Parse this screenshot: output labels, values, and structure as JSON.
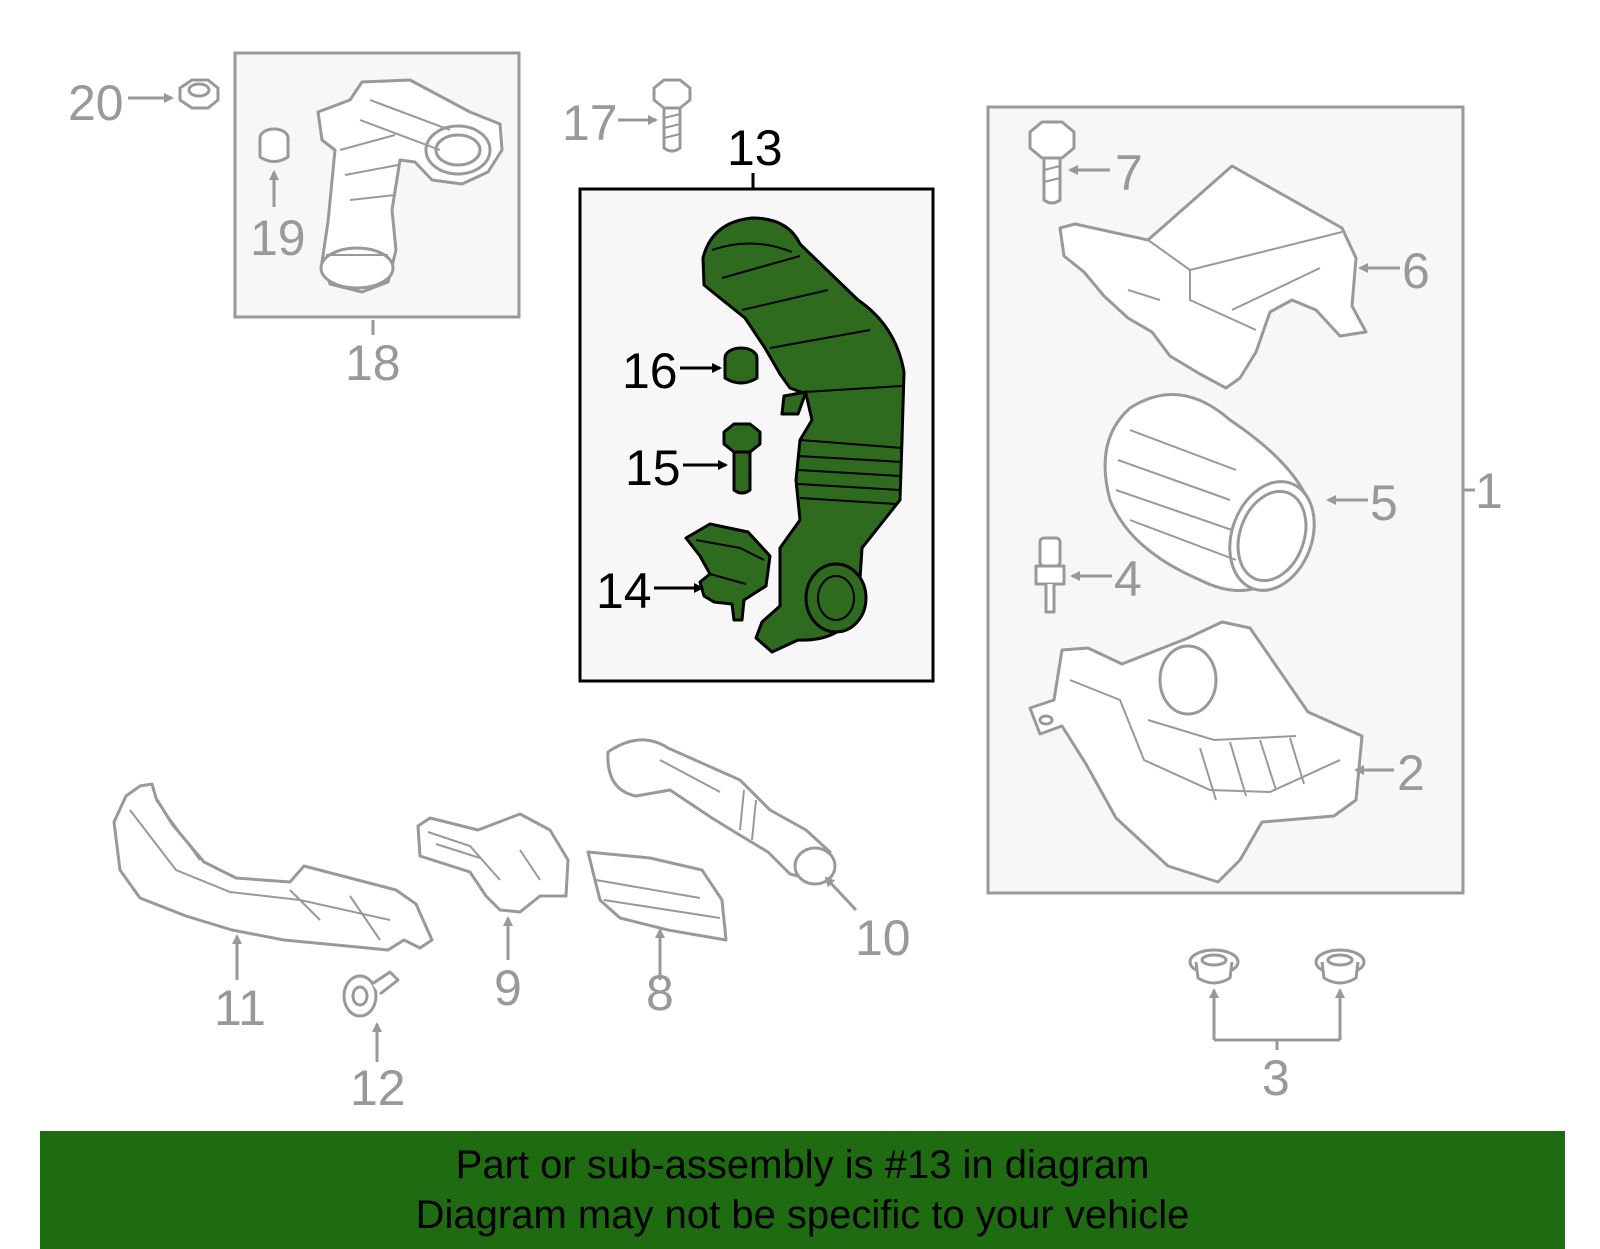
{
  "colors": {
    "highlight_part": "#2f6b1f",
    "banner_background": "#1e6b12",
    "box_background": "#f7f7f7",
    "line_gray": "#999999"
  },
  "callouts": {
    "n1": "1",
    "n2": "2",
    "n3": "3",
    "n4": "4",
    "n5": "5",
    "n6": "6",
    "n7": "7",
    "n8": "8",
    "n9": "9",
    "n10": "10",
    "n11": "11",
    "n12": "12",
    "n13": "13",
    "n14": "14",
    "n15": "15",
    "n16": "16",
    "n17": "17",
    "n18": "18",
    "n19": "19",
    "n20": "20"
  },
  "highlighted_callout": "13",
  "banner": {
    "line1": "Part or sub-assembly is #13 in diagram",
    "line2": "Diagram may not be specific to your vehicle"
  }
}
